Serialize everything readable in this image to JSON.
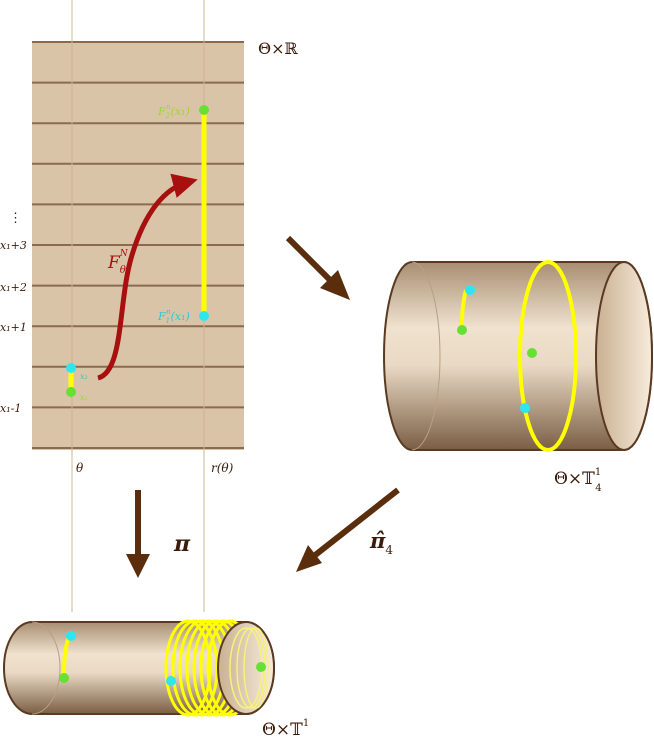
{
  "colors": {
    "strip_fill": "#d9c4a8",
    "strip_lines": "#8a6a50",
    "vertical_lines": "#cdb590",
    "arrow_brown": "#5a2e0c",
    "map_arrow_red": "#a80f0f",
    "segment_yellow": "#ffff00",
    "point_cyan": "#2ee6f0",
    "point_green": "#66e033",
    "text_dark": "#3a1a0a",
    "label_green": "#9ad82a",
    "label_cyan": "#33c6d2"
  },
  "top_space": {
    "label_main": "Θ×ℝ",
    "y_ticks": [
      "⋮",
      "x₁+3",
      "x₁+2",
      "x₁+1",
      "x₁-1"
    ],
    "x_ticks": [
      "θ",
      "r(θ)"
    ],
    "map_label_base": "F",
    "map_label_sub": "θ",
    "map_label_sup": "N",
    "point_x1": "x₁",
    "point_x2": "x₂",
    "endpoint_top_base": "F",
    "endpoint_top_sub": "2",
    "endpoint_top_sup": "n",
    "endpoint_top_arg": "(x₁)",
    "endpoint_bottom_base": "F",
    "endpoint_bottom_sub": "1",
    "endpoint_bottom_sup": "n",
    "endpoint_bottom_arg": "(x₁)"
  },
  "right_cylinder": {
    "label_base": "Θ×𝕋",
    "label_sup": "1",
    "label_sub": "4"
  },
  "bottom_cylinder": {
    "label_base": "Θ×𝕋",
    "label_sup": "1"
  },
  "projections": {
    "pi_label": "π",
    "pi_hat_label": "π̂",
    "pi_hat_sub": "4"
  }
}
